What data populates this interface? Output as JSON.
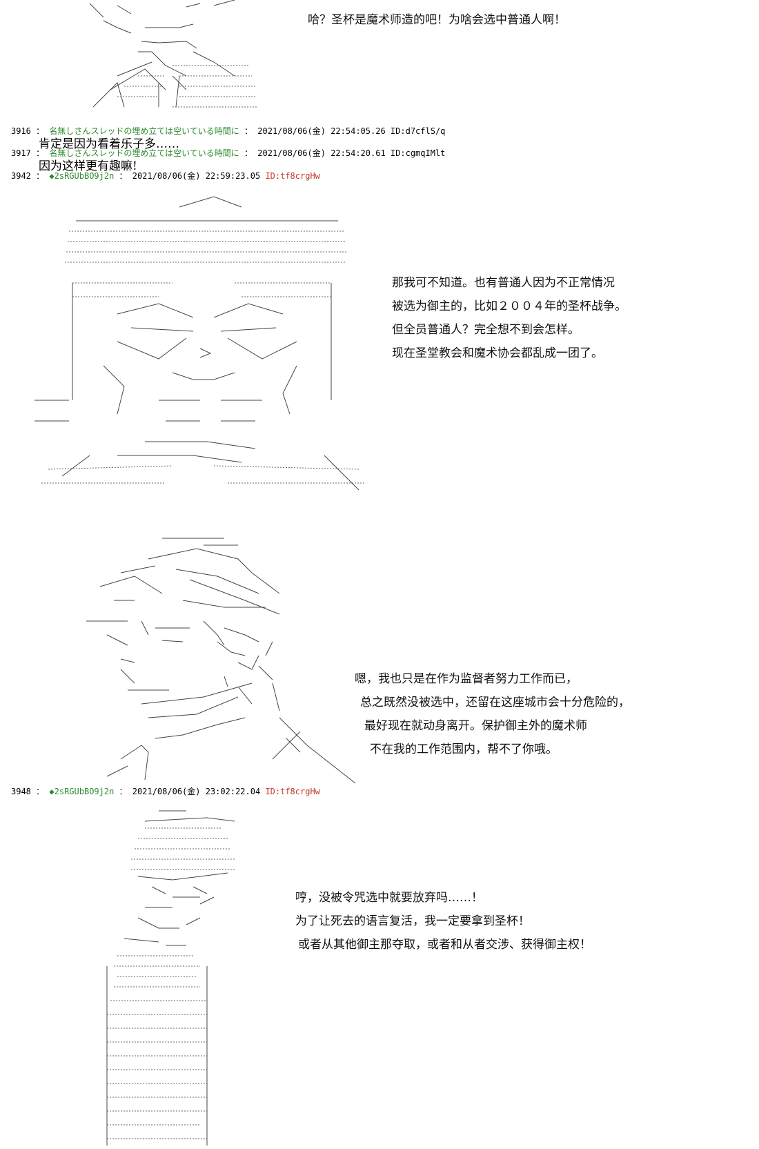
{
  "top_caption": "哈？圣杯是魔术师造的吧！为啥会选中普通人啊！",
  "posts": [
    {
      "num": "3916",
      "name": "名無しさんスレッドの埋め立ては空いている時間に",
      "date": "2021/08/06(金) 22:54:05.26",
      "id": "ID:d7cflS/q",
      "body": "肯定是因为看着乐子多……"
    },
    {
      "num": "3917",
      "name": "名無しさんスレッドの埋め立ては空いている時間に",
      "date": "2021/08/06(金) 22:54:20.61",
      "id": "ID:cgmqIMlt",
      "body": "因为这样更有趣嘛!"
    },
    {
      "num": "3942",
      "trip": "◆2sRGUbBO9j2n",
      "date": "2021/08/06(金) 22:59:23.05",
      "id": "ID:tf8crgHw"
    },
    {
      "num": "3948",
      "trip": "◆2sRGUbBO9j2n",
      "date": "2021/08/06(金) 23:02:22.04",
      "id": "ID:tf8crgHw"
    }
  ],
  "separator": "：",
  "dialog1": [
    "那我可不知道。也有普通人因为不正常情况",
    "被选为御主的，比如２００４年的圣杯战争。",
    "但全员普通人？完全想不到会怎样。",
    "现在圣堂教会和魔术协会都乱成一团了。"
  ],
  "dialog2": [
    "嗯，我也只是在作为监督者努力工作而已，",
    "总之既然没被选中，还留在这座城市会十分危险的，",
    "最好现在就动身离开。保护御主外的魔术师",
    "不在我的工作范围内，帮不了你哦。"
  ],
  "dialog3": [
    "哼，没被令咒选中就要放弃吗……！",
    "为了让死去的语言复活，我一定要拿到圣杯！",
    "或者从其他御主那夺取，或者和从者交涉、获得御主权！"
  ],
  "colors": {
    "name": "#2a8a2a",
    "trip": "#2a8a2a",
    "id_red": "#c0392b"
  }
}
